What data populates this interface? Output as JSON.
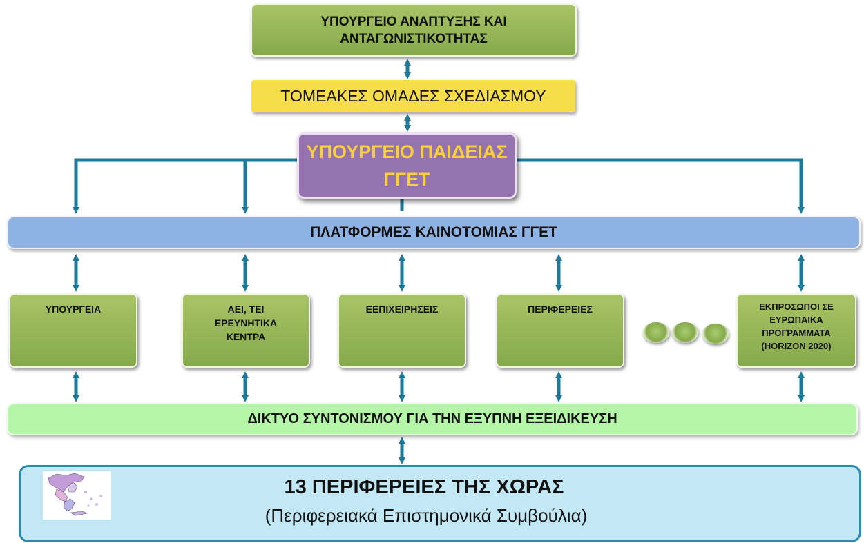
{
  "diagram": {
    "ministry_development": "ΥΠΟΥΡΓΕΙΟ ΑΝΑΠΤΥΞΗΣ ΚΑΙ ΑΝΤΑΓΩΝΙΣΤΙΚΟΤΗΤΑΣ",
    "sector_teams": "ΤΟΜΕΑΚΕΣ ΟΜΑΔΕΣ ΣΧΕΔΙΑΣΜΟΥ",
    "ministry_education": "ΥΠΟΥΡΓΕΙΟ ΠΑΙΔΕΙΑΣ ΓΓΕΤ",
    "innovation_platforms": "ΠΛΑΤΦΟΡΜΕΣ ΚΑΙΝΟΤΟΜΙΑΣ ΓΓΕΤ",
    "stakeholders": [
      "ΥΠΟΥΡΓΕΙΑ",
      "ΑΕΙ, ΤΕΙ ΕΡΕΥΝΗΤΙΚΑ ΚΕΝΤΡΑ",
      "ΕΕΠΙΧΕΙΡΗΣΕΙΣ",
      "ΠΕΡΙΦΕΡΕΙΕΣ",
      "ΕΚΠΡΟΣΩΠΟΙ ΣΕ ΕΥΡΩΠΑΙΚΑ ΠΡΟΓΡΑΜΜΑΤΑ (HORIZON 2020)"
    ],
    "coordination_network": "ΔΙΚΤΥΟ ΣΥΝΤΟΝΙΣΜΟΥ ΓΙΑ ΤΗΝ ΕΞΥΠΝΗ ΕΞΕΙΔΙΚΕΥΣΗ",
    "regions_title": "13 ΠΕΡΙΦΕΡΕΙΕΣ ΤΗΣ ΧΩΡΑΣ",
    "regions_subtitle": "(Περιφερειακά Επιστημονικά Συμβούλια)"
  },
  "colors": {
    "connector": "#1f7a9a",
    "green_box": "#93b356",
    "yellow_box": "#f8dd4a",
    "purple_box": "#9473b0",
    "blue_bar": "#8db2e3",
    "light_green_bar": "#b5f6a8",
    "regions_box": "#c3e8f5"
  },
  "icons": {
    "map": "greece-regions-map-icon"
  }
}
